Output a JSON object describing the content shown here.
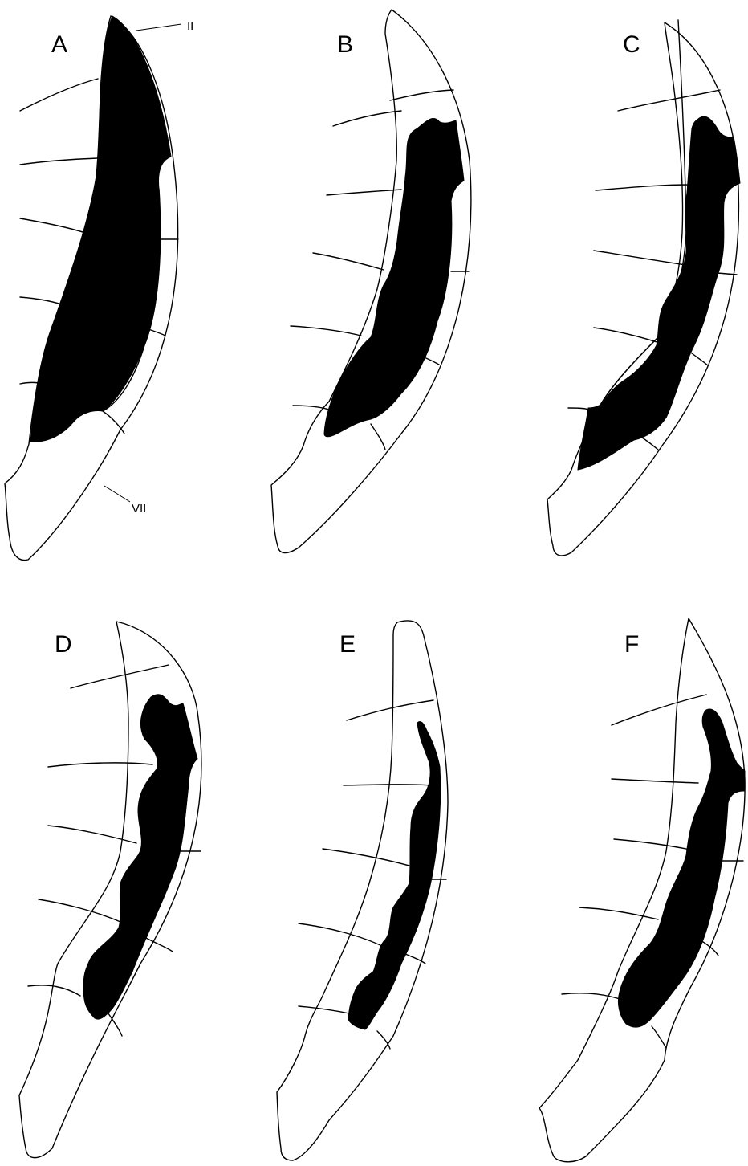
{
  "panels": [
    {
      "label": "A"
    },
    {
      "label": "B"
    },
    {
      "label": "C"
    },
    {
      "label": "D"
    },
    {
      "label": "E"
    },
    {
      "label": "F"
    }
  ],
  "annotations": {
    "top": "II",
    "bottom": "VII"
  }
}
